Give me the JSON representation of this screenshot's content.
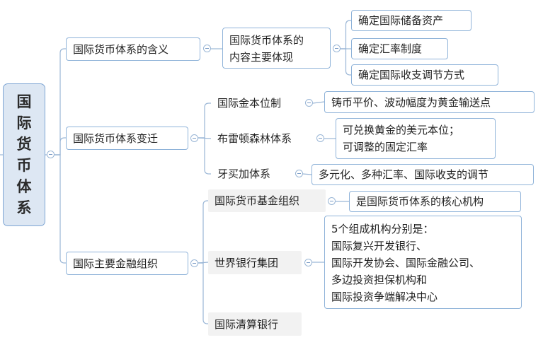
{
  "root": {
    "label": "国际货币体系"
  },
  "branches": [
    {
      "label": "国际货币体系的含义",
      "children": [
        {
          "label": "国际货币体系的\n内容主要体现",
          "children": [
            "确定国际储备资产",
            "确定汇率制度",
            "确定国际收支调节方式"
          ]
        }
      ]
    },
    {
      "label": "国际货币体系变迁",
      "children": [
        {
          "label": "国际金本位制",
          "children": [
            "铸币平价、波动幅度为黄金输送点"
          ]
        },
        {
          "label": "布雷顿森林体系",
          "children": [
            "可兑换黄金的美元本位；\n可调整的固定汇率"
          ]
        },
        {
          "label": "牙买加体系",
          "children": [
            "多元化、多种汇率、国际收支的调节"
          ]
        }
      ]
    },
    {
      "label": "国际主要金融组织",
      "children": [
        {
          "label": "国际货币基金组织",
          "children": [
            "是国际货币体系的核心机构"
          ]
        },
        {
          "label": "世界银行集团",
          "children": [
            "5个组成机构分别是：\n国际复兴开发银行、\n国际开发协会、国际金融公司、\n多边投资担保机构和\n国际投资争端解决中心"
          ]
        },
        {
          "label": "国际清算银行",
          "children": []
        }
      ]
    }
  ],
  "colors": {
    "line": "#9ab6d6",
    "node_border": "#8fb3d9",
    "root_fill": "#dde7f3",
    "shade_fill": "#f2f2f2"
  }
}
